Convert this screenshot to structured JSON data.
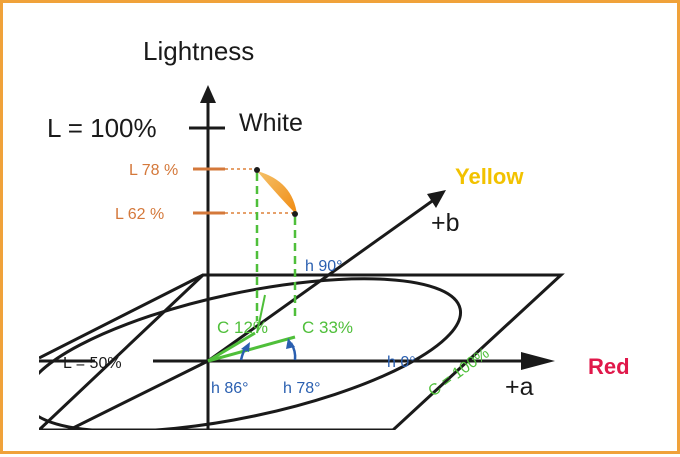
{
  "diagram": {
    "labels": {
      "lightness": "Lightness",
      "l100": "L = 100%",
      "white": "White",
      "l78": "L 78 %",
      "l62": "L 62 %",
      "yellow": "Yellow",
      "plus_b": "+b",
      "h90": "h 90°",
      "c12": "C 12%",
      "c33": "C 33%",
      "l50": "L = 50%",
      "h86": "h 86°",
      "h78": "h 78°",
      "h0": "h 0°",
      "c100": "C = 100%",
      "plus_a": "+a",
      "red": "Red"
    },
    "colors": {
      "frame": "#f0a23a",
      "axis": "#1a1a1a",
      "lightness_marks": "#d4783a",
      "guide_green": "#4fbf3a",
      "hue_blue": "#2a5fb0",
      "yellow": "#f2c200",
      "red": "#e0184a",
      "arc_gradient_start": "#f5c26b",
      "arc_gradient_end": "#f08a10"
    }
  }
}
